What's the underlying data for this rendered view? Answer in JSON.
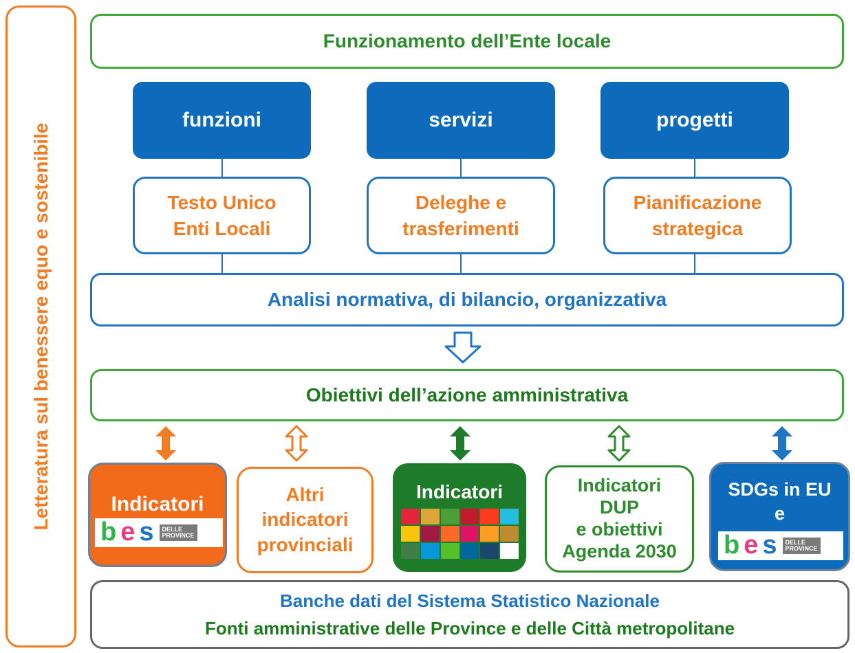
{
  "side_label": "Letteratura sul benessere  equo e sostenibile",
  "top_bar": "Funzionamento dell’Ente locale",
  "columns": [
    {
      "head": "funzioni",
      "line1": "Testo Unico",
      "line2": "Enti Locali"
    },
    {
      "head": "servizi",
      "line1": "Deleghe e",
      "line2": "trasferimenti"
    },
    {
      "head": "progetti",
      "line1": "Pianificazione",
      "line2": "strategica"
    }
  ],
  "analysis_bar": "Analisi normativa, di bilancio, organizzativa",
  "objectives_bar": "Obiettivi dell’azione amministrativa",
  "indicators": [
    {
      "lines": [
        "Indicatori"
      ],
      "logo": {
        "b": "b",
        "e": "e",
        "s": "s",
        "tag1": "DELLE",
        "tag2": "PROVINCE"
      }
    },
    {
      "lines": [
        "Altri",
        "indicatori",
        "provinciali"
      ]
    },
    {
      "lines": [
        "Indicatori"
      ]
    },
    {
      "lines": [
        "Indicatori",
        "DUP",
        "e obiettivi",
        "Agenda 2030"
      ]
    },
    {
      "lines": [
        "SDGs in EU",
        "e"
      ],
      "logo": {
        "b": "b",
        "e": "e",
        "s": "s",
        "tag1": "DELLE",
        "tag2": "PROVINCE"
      }
    }
  ],
  "sdg_colors": [
    "#e5243b",
    "#dda63a",
    "#4c9f38",
    "#c5192d",
    "#ff3a21",
    "#26bde2",
    "#fcc30b",
    "#a21942",
    "#fd6925",
    "#dd1367",
    "#fd9d24",
    "#bf8b2e",
    "#3f7e44",
    "#0a97d9",
    "#56c02b",
    "#00689d",
    "#19486a",
    "#ffffff"
  ],
  "footer": {
    "line1": "Banche dati del Sistema Statistico Nazionale",
    "line2": "Fonti amministrative delle Province e delle Città metropolitane"
  }
}
